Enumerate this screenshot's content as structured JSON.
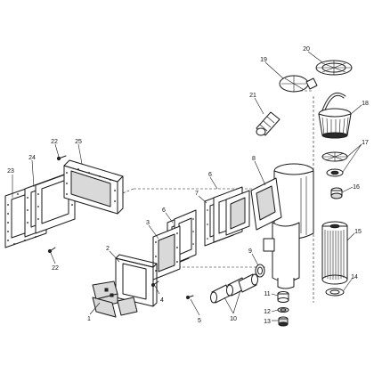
{
  "diagram": {
    "callouts": {
      "c1": "1",
      "c2": "2",
      "c3": "3",
      "c4": "4",
      "c5": "5",
      "c6a": "6",
      "c6b": "6",
      "c7": "7",
      "c8": "8",
      "c9": "9",
      "c10": "10",
      "c11": "11",
      "c12": "12",
      "c13": "13",
      "c14": "14",
      "c15": "15",
      "c16": "16",
      "c17": "17",
      "c18": "18",
      "c19": "19",
      "c20": "20",
      "c21": "21",
      "c22a": "22",
      "c22b": "22",
      "c23": "23",
      "c24": "24",
      "c25": "25"
    }
  }
}
